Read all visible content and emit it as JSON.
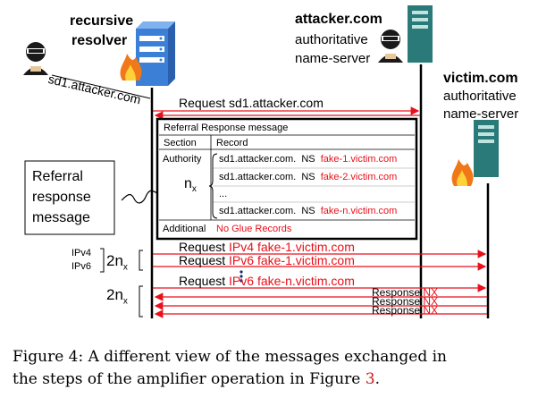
{
  "actors": {
    "resolver_line1": "recursive",
    "resolver_line2": "resolver",
    "attacker_line1": "attacker.com",
    "attacker_line2": "authoritative",
    "attacker_line3": "name-server",
    "victim_line1": "victim.com",
    "victim_line2": "authoritative",
    "victim_line3": "name-server",
    "client_query": "sd1.attacker.com"
  },
  "messages": {
    "request_top": "Request sd1.attacker.com",
    "req1_prefix": "Request",
    "req1_type": "IPv4",
    "req1_name": "fake-1.victim.com",
    "req2_prefix": "Request",
    "req2_type": "IPv6",
    "req2_name": "fake-1.victim.com",
    "req3_prefix": "Request",
    "req3_type": "IPv6",
    "req3_name": "fake-n.victim.com",
    "resp_prefix": "Response",
    "resp_code": "NX"
  },
  "referral": {
    "title": "Referral Response message",
    "col_section": "Section",
    "col_record": "Record",
    "authority_label": "Authority",
    "records": [
      {
        "owner": "sd1.attacker.com.",
        "type": "NS",
        "target": "fake-1.victim.com"
      },
      {
        "owner": "sd1.attacker.com.",
        "type": "NS",
        "target": "fake-2.victim.com"
      },
      {
        "owner": "...",
        "type": "",
        "target": ""
      },
      {
        "owner": "sd1.attacker.com.",
        "type": "NS",
        "target": "fake-n.victim.com"
      }
    ],
    "nx_label": "n",
    "nx_sub": "x",
    "additional_label": "Additional",
    "additional_value": "No Glue Records"
  },
  "callout": {
    "line1": "Referral",
    "line2": "response",
    "line3": "message"
  },
  "brackets": {
    "ipv4": "IPv4",
    "ipv6": "IPv6",
    "mult_top": "2n",
    "mult_top_sub": "x",
    "mult_bottom": "2n",
    "mult_bottom_sub": "x"
  },
  "caption": {
    "line1": "Figure 4:  A different view of the messages exchanged in",
    "line2_pre": "the steps of the amplifier operation in Figure ",
    "line2_ref": "3",
    "line2_post": "."
  },
  "colors": {
    "arrow_red": "#e8101a",
    "server_teal": "#2a7a7a",
    "resolver_blue": "#3b7fd6",
    "flame_orange": "#f07818"
  }
}
